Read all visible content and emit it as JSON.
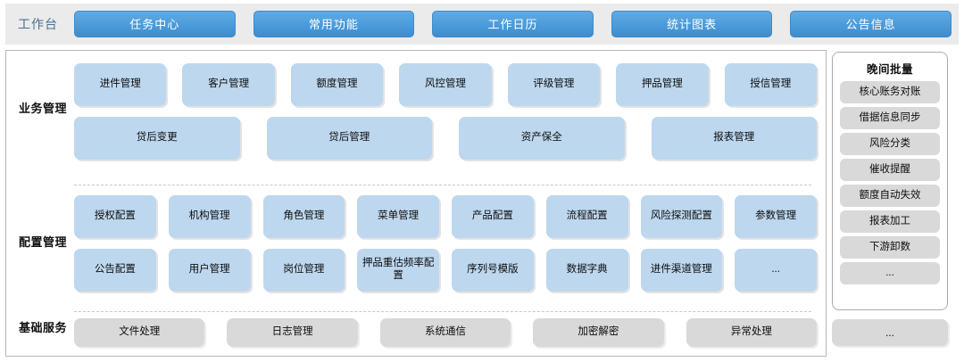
{
  "topbar": {
    "workbench_label": "工作台",
    "nav_buttons": [
      {
        "label": "任务中心"
      },
      {
        "label": "常用功能"
      },
      {
        "label": "工作日历"
      },
      {
        "label": "统计图表"
      },
      {
        "label": "公告信息"
      }
    ]
  },
  "sections": {
    "business": {
      "label": "业务管理",
      "row1": [
        {
          "label": "进件管理"
        },
        {
          "label": "客户管理"
        },
        {
          "label": "额度管理"
        },
        {
          "label": "风控管理"
        },
        {
          "label": "评级管理"
        },
        {
          "label": "押品管理"
        },
        {
          "label": "授信管理"
        }
      ],
      "row2": [
        {
          "label": "贷后变更"
        },
        {
          "label": "贷后管理"
        },
        {
          "label": "资产保全"
        },
        {
          "label": "报表管理"
        }
      ]
    },
    "config": {
      "label": "配置管理",
      "row1": [
        {
          "label": "授权配置"
        },
        {
          "label": "机构管理"
        },
        {
          "label": "角色管理"
        },
        {
          "label": "菜单管理"
        },
        {
          "label": "产品配置"
        },
        {
          "label": "流程配置"
        },
        {
          "label": "风险探测配置"
        },
        {
          "label": "参数管理"
        }
      ],
      "row2": [
        {
          "label": "公告配置"
        },
        {
          "label": "用户管理"
        },
        {
          "label": "岗位管理"
        },
        {
          "label": "押品重估频率配置"
        },
        {
          "label": "序列号模版"
        },
        {
          "label": "数据字典"
        },
        {
          "label": "进件渠道管理"
        },
        {
          "label": "..."
        }
      ]
    },
    "base": {
      "label": "基础服务",
      "row1": [
        {
          "label": "文件处理"
        },
        {
          "label": "日志管理"
        },
        {
          "label": "系统通信"
        },
        {
          "label": "加密解密"
        },
        {
          "label": "异常处理"
        }
      ]
    }
  },
  "batch_panel": {
    "title": "晚间批量",
    "items": [
      {
        "label": "核心账务对账"
      },
      {
        "label": "借据信息同步"
      },
      {
        "label": "风险分类"
      },
      {
        "label": "催收提醒"
      },
      {
        "label": "额度自动失效"
      },
      {
        "label": "报表加工"
      },
      {
        "label": "下游卸数"
      },
      {
        "label": "..."
      }
    ]
  },
  "right_bottom_tile": {
    "label": "..."
  },
  "colors": {
    "topbar_bg": "#ebebeb",
    "nav_button_blue": "#4e9ddb",
    "tile_blue": "#bdd7ee",
    "tile_gray": "#d9d9d9",
    "panel_border": "#b7b7b7",
    "workbench_label": "#4a6f96"
  }
}
